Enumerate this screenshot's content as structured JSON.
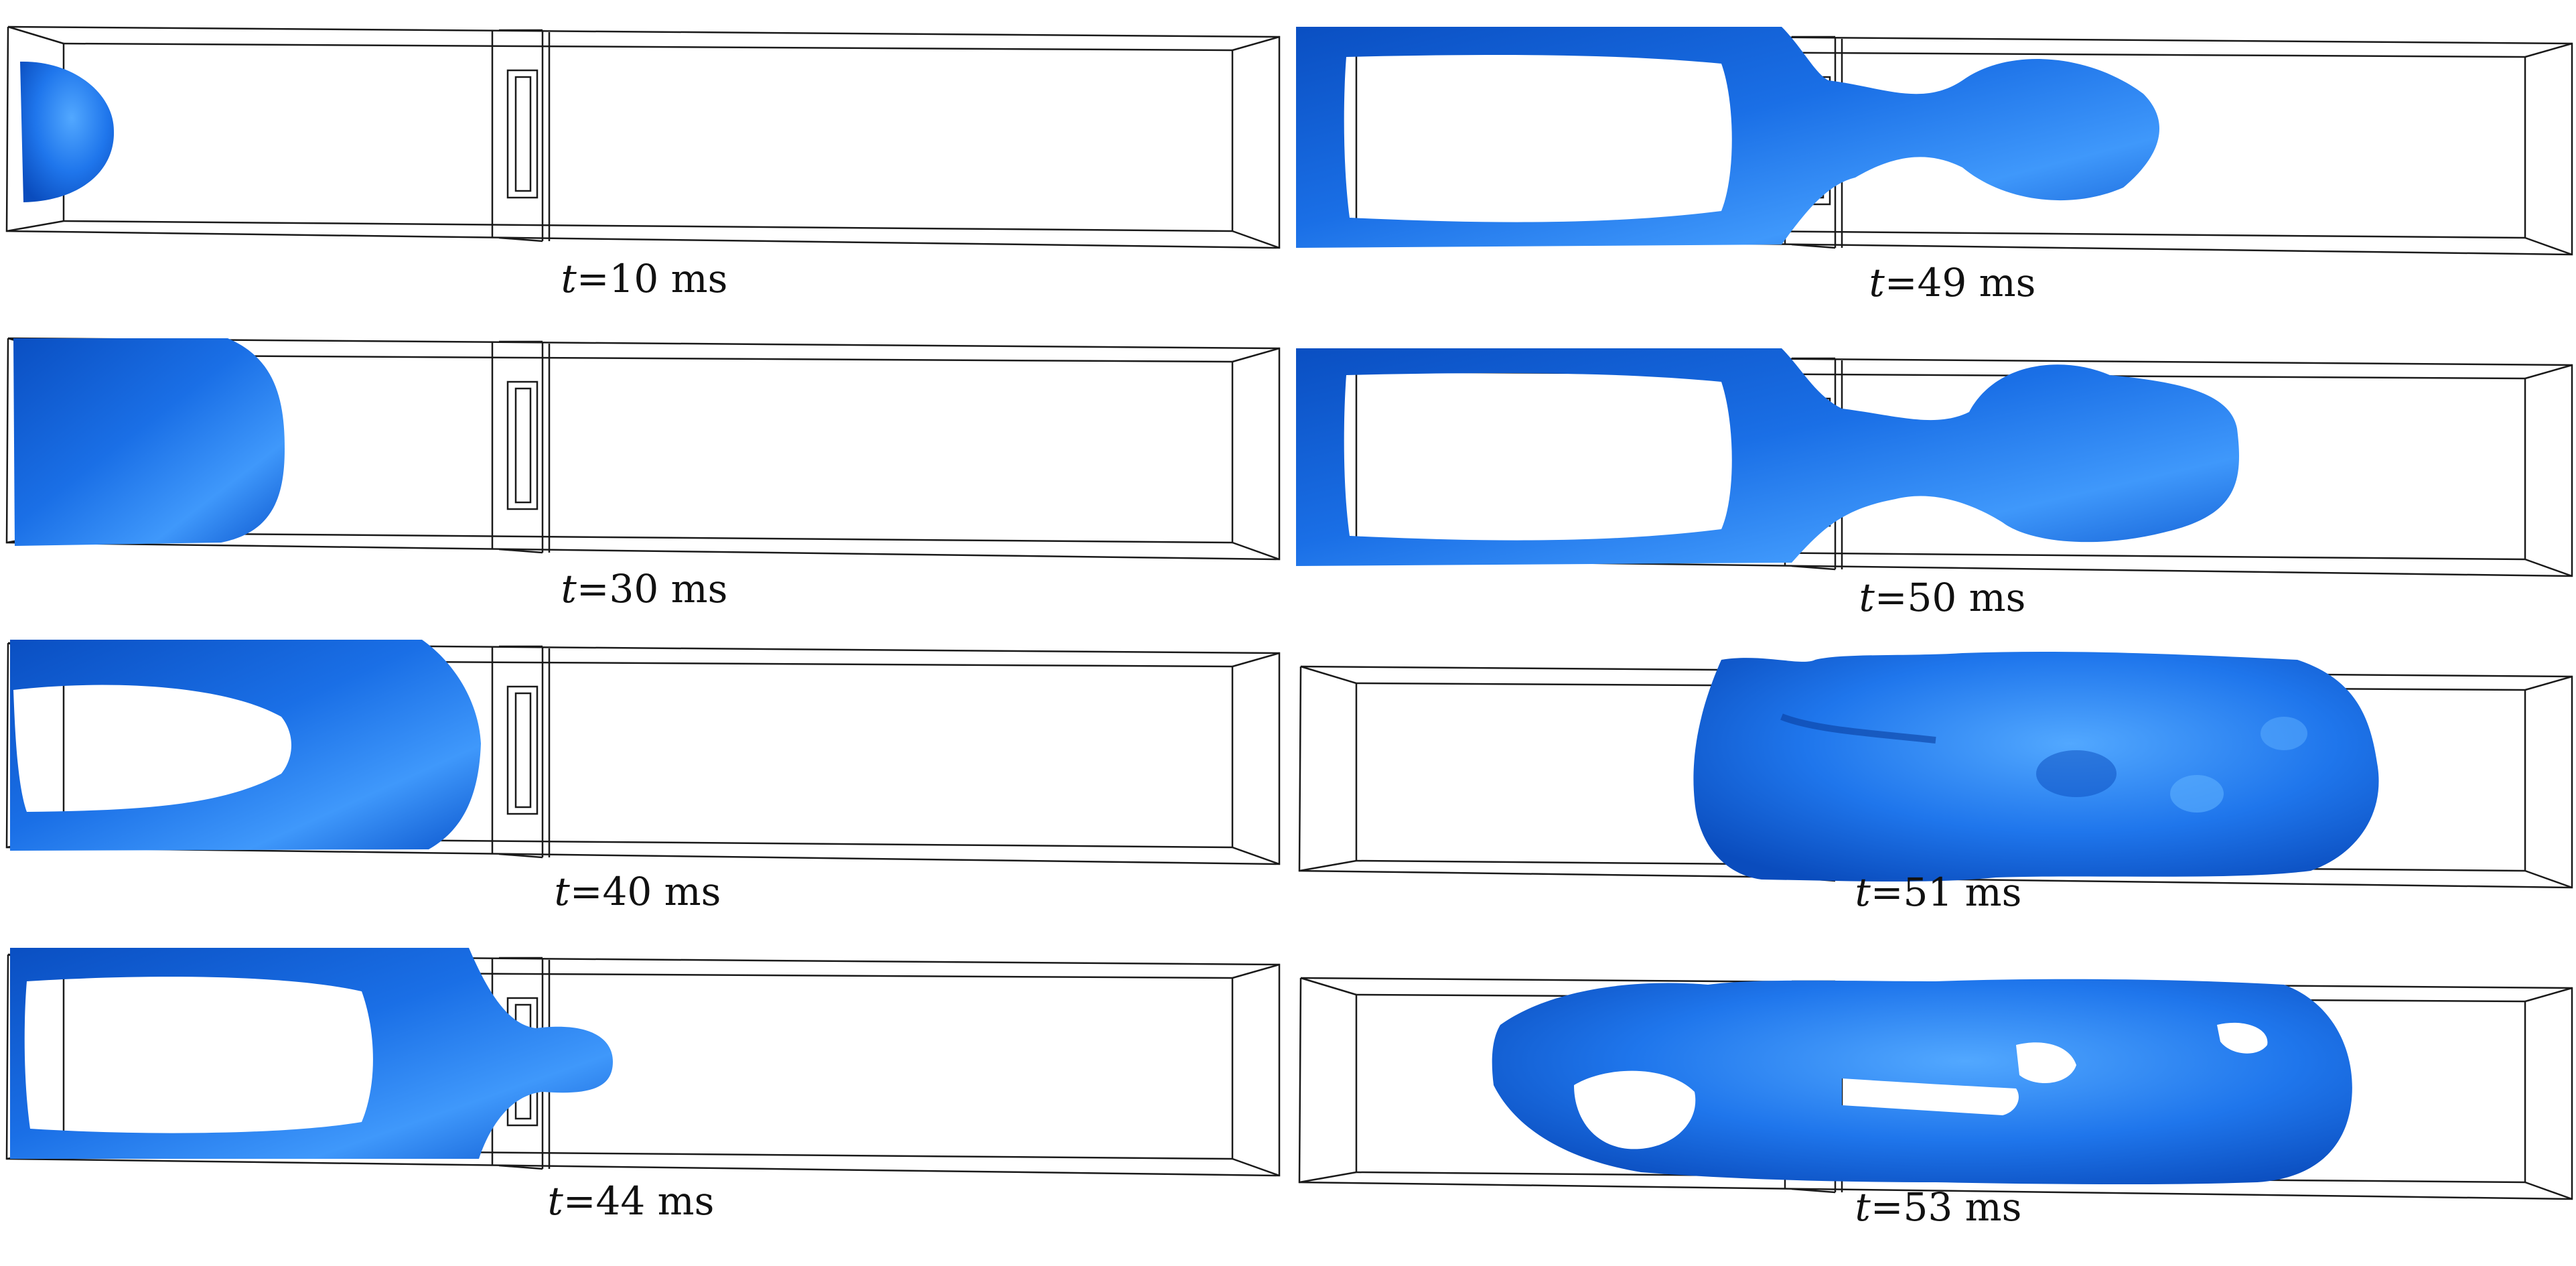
{
  "figure": {
    "colors": {
      "background": "#ffffff",
      "frame_lines": "#1a1a1a",
      "fluid_dark": "#0a4fc2",
      "fluid_base": "#1a6fe6",
      "fluid_light": "#45a0ff"
    },
    "captions": {
      "var": "t",
      "rest": {
        "t10": "=10 ms",
        "t30": "=30 ms",
        "t40": "=40 ms",
        "t44": "=44 ms",
        "t49": "=49 ms",
        "t50": "=50 ms",
        "t51": "=51 ms",
        "t53": "=53 ms"
      }
    }
  }
}
